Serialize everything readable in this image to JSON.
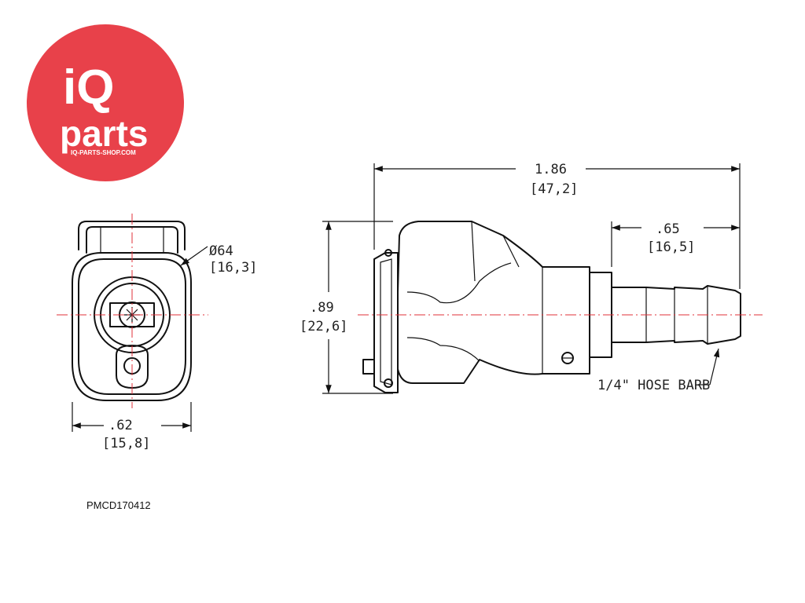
{
  "logo": {
    "brand_top": "iQ",
    "brand_bottom": "parts",
    "url": "IQ-PARTS-SHOP.COM",
    "color": "#e8414a"
  },
  "front_view": {
    "diameter_label": "Ø64",
    "diameter_metric": "[16,3]",
    "width_label": ".62",
    "width_metric": "[15,8]"
  },
  "side_view": {
    "overall_length": "1.86",
    "overall_length_metric": "[47,2]",
    "barb_length": ".65",
    "barb_length_metric": "[16,5]",
    "height": ".89",
    "height_metric": "[22,6]",
    "hose_barb_note": "1/4\" HOSE BARB"
  },
  "part_code": "PMCD170412",
  "colors": {
    "centerline": "#e0303a",
    "outline": "#111111"
  }
}
